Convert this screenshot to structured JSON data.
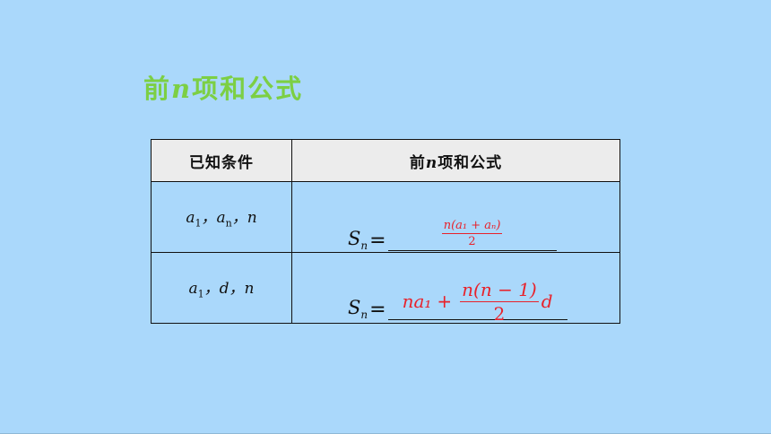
{
  "heading": {
    "prefix": "前",
    "var": "n",
    "suffix": "项和公式"
  },
  "table": {
    "headers": {
      "col1": "已知条件",
      "col2_prefix": "前",
      "col2_var": "n",
      "col2_suffix": "项和公式"
    },
    "rows": [
      {
        "condition": {
          "a": "a",
          "a_sub": "1",
          "sep1": "，",
          "b": "a",
          "b_sub": "n",
          "sep2": "，",
          "c": "n"
        },
        "formula": {
          "lhs": "S",
          "lhs_sub": "n",
          "eq": "=",
          "answer_numerator": "n(a₁ + aₙ)",
          "answer_denominator": "2"
        }
      },
      {
        "condition": {
          "a": "a",
          "a_sub": "1",
          "sep1": "，",
          "b": "d",
          "sep2": "，",
          "c": "n"
        },
        "formula": {
          "lhs": "S",
          "lhs_sub": "n",
          "eq": "=",
          "answer_term1": "na₁",
          "answer_plus": "+",
          "answer_numerator": "n(n − 1)",
          "answer_denominator": "2",
          "answer_term2": "d"
        }
      }
    ]
  },
  "colors": {
    "background": "#aad8fb",
    "heading": "#7ccf44",
    "answer": "#e8222b",
    "header_bg": "#ececec"
  }
}
